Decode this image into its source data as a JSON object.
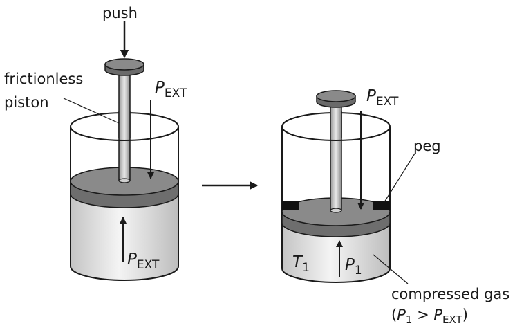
{
  "labels": {
    "push": "push",
    "frictionless_1": "frictionless",
    "frictionless_2": "piston",
    "pext_left_top": {
      "symbol": "P",
      "subscript": "EXT"
    },
    "pext_left_bottom": {
      "symbol": "P",
      "subscript": "EXT"
    },
    "pext_right_top": {
      "symbol": "P",
      "subscript": "EXT"
    },
    "peg": "peg",
    "t1": {
      "symbol": "T",
      "subscript": "1"
    },
    "p1": {
      "symbol": "P",
      "subscript": "1"
    },
    "compressed_gas": "compressed gas",
    "condition": {
      "open": "(",
      "p": "P",
      "p_sub": "1",
      "gt": " > ",
      "pe": "P",
      "pe_sub": "EXT",
      "close": ")"
    }
  },
  "colors": {
    "outline": "#1a1a1a",
    "piston_gray": "#7a7a7a",
    "piston_dark": "#5a5a5a",
    "gas_light": "#e4e4e4",
    "gas_shade": "#c6c6c6",
    "peg": "#111111"
  }
}
